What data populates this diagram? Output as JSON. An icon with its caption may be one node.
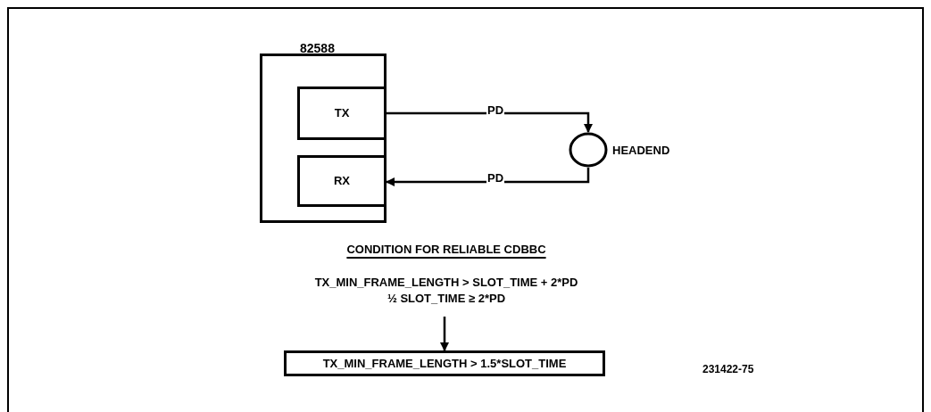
{
  "diagram": {
    "nodes": [
      {
        "text": [
          "82588"
        ]
      },
      {
        "text": [
          "TX"
        ],
        "in": 0
      },
      {
        "text": [
          "RX"
        ],
        "in": 0
      },
      {
        "text": [],
        "shape": "circle",
        "beside": [
          "HEADEND"
        ]
      },
      {
        "text": [
          "CONDITION FOR RELIABLE CDBBC",
          "TX_MIN_FRAME_LENGTH > SLOT_TIME + 2*PD",
          "½ SLOT_TIME ≥ 2*PD"
        ]
      },
      {
        "text": [
          "TX_MIN_FRAME_LENGTH > 1.5*SLOT_TIME"
        ]
      }
    ],
    "edges": [
      {
        "from": 1,
        "to": 3,
        "arrow": "to",
        "label": "PD"
      },
      {
        "from": 3,
        "to": 2,
        "arrow": "to",
        "label": "PD"
      },
      {
        "from": 4,
        "to": 5,
        "arrow": "to"
      }
    ],
    "labels": [
      "231422-75"
    ]
  }
}
